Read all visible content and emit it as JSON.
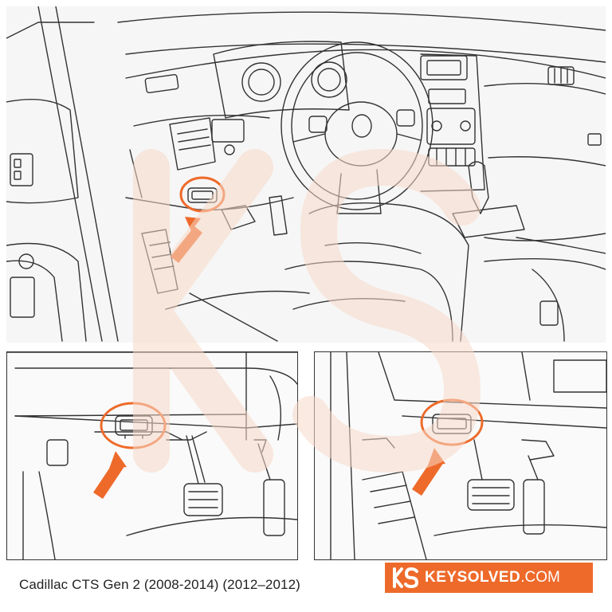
{
  "caption": "Cadillac CTS Gen 2 (2008-2014) (2012–2012)",
  "brand": {
    "logo_text": "KS",
    "name": "KEYSOLVED",
    "tld": ".COM",
    "color": "#ee6a2a"
  },
  "colors": {
    "highlight": "#ee6a2a",
    "line": "#333333",
    "watermark": "#f8d9c8"
  },
  "icons": [
    "obd-port-icon",
    "pointer-arrow-icon"
  ]
}
